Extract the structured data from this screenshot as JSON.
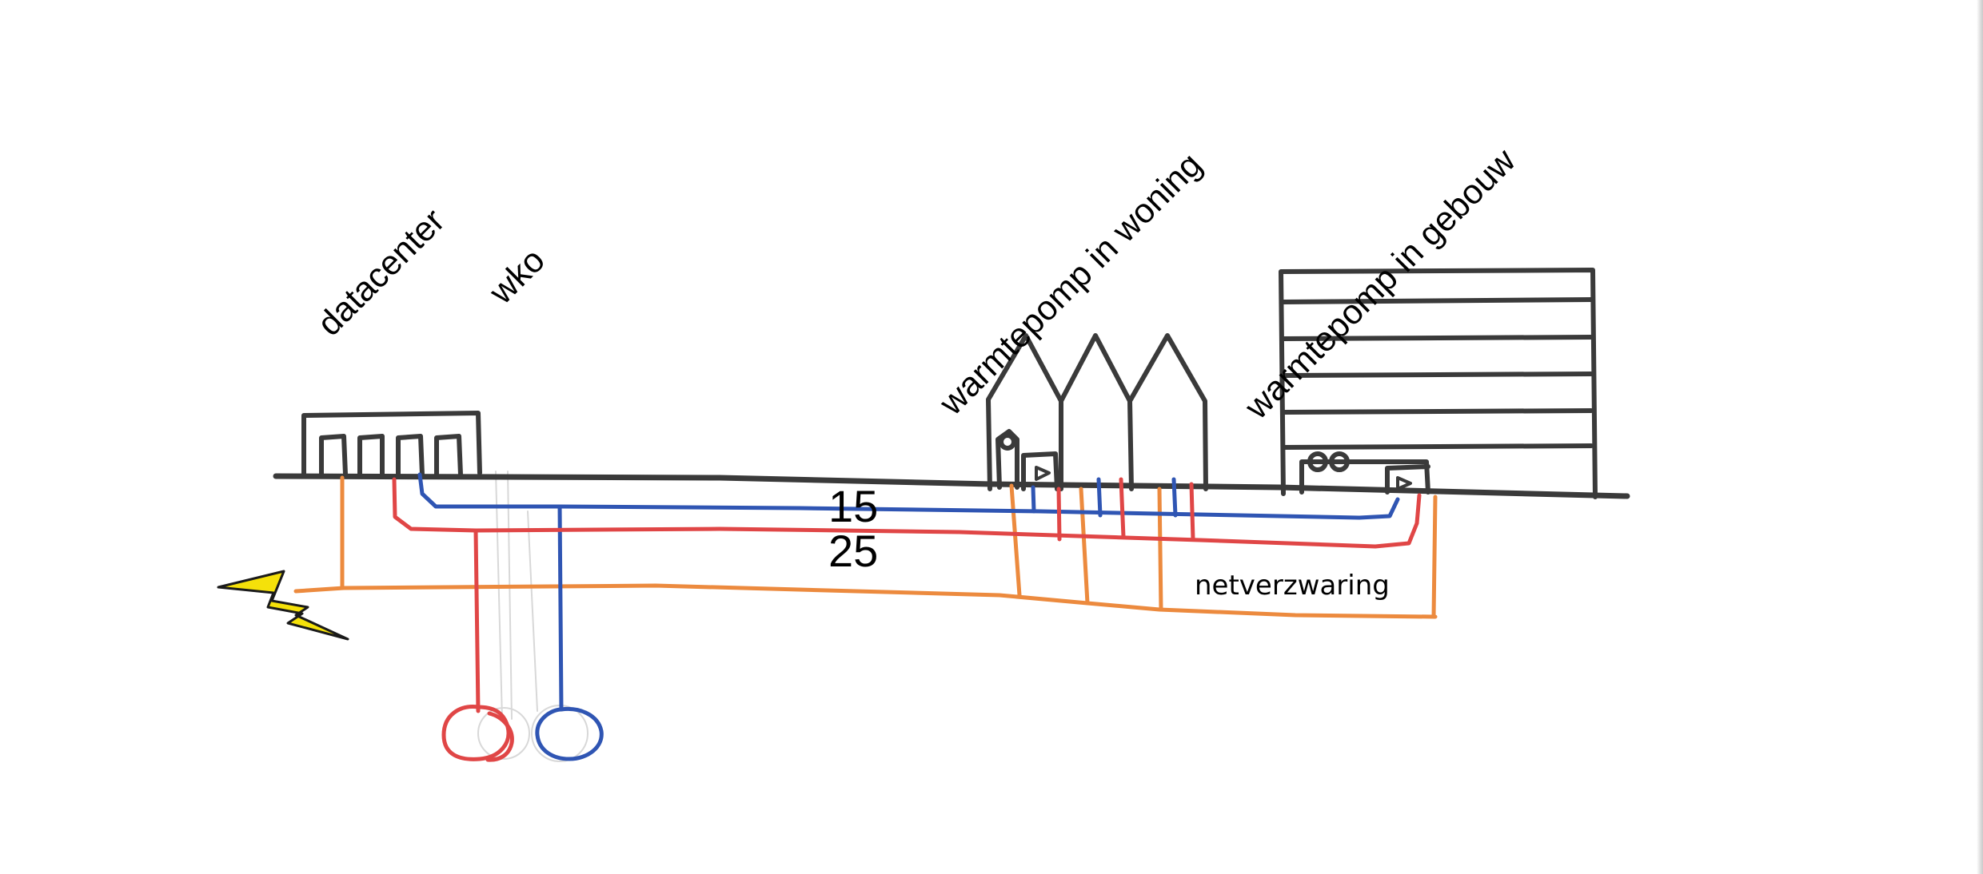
{
  "labels": {
    "datacenter": "datacenter",
    "wko": "wko",
    "warmtepomp_woning": "warmtepomp in woning",
    "warmtepomp_gebouw": "warmtepomp in gebouw",
    "temp_cold": "15",
    "temp_hot": "25",
    "netverzwaring": "netverzwaring"
  },
  "colors": {
    "outline": "#3a3a3a",
    "cold_pipe": "#2f55b3",
    "warm_pipe": "#e04646",
    "power_line": "#ec8a3e",
    "lightning": "#f5e10a",
    "ghost_well": "#d4d4d4"
  },
  "icons": {
    "power_source": "lightning-bolt-icon",
    "pump": "pump-icon"
  }
}
